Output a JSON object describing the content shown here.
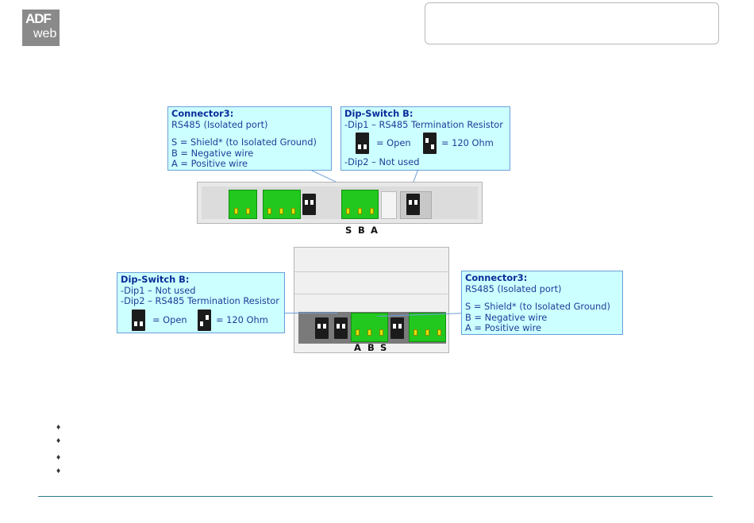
{
  "logo": {
    "line1": "ADF",
    "line2": "web"
  },
  "callouts": {
    "top_connector": {
      "title": "Connector3:",
      "line1": "RS485 (Isolated port)",
      "line2": "S = Shield* (to Isolated Ground)",
      "line3": "B = Negative wire",
      "line4": "A = Positive wire"
    },
    "top_dip": {
      "title": "Dip-Switch B:",
      "line1": "-Dip1 – RS485 Termination Resistor",
      "open": "= Open",
      "ohm": "= 120 Ohm",
      "line2": "-Dip2 – Not used"
    },
    "bottom_dip": {
      "title": "Dip-Switch B:",
      "line1": "-Dip1 – Not used",
      "line2": "-Dip2 – RS485 Termination Resistor",
      "open": "= Open",
      "ohm": "= 120 Ohm"
    },
    "bottom_connector": {
      "title": "Connector3:",
      "line1": "RS485 (Isolated port)",
      "line2": "S = Shield* (to Isolated Ground)",
      "line3": "B = Negative wire",
      "line4": "A = Positive wire"
    }
  },
  "pin_labels": {
    "top": [
      "S",
      "B",
      "A"
    ],
    "bottom": [
      "A",
      "B",
      "S"
    ]
  }
}
